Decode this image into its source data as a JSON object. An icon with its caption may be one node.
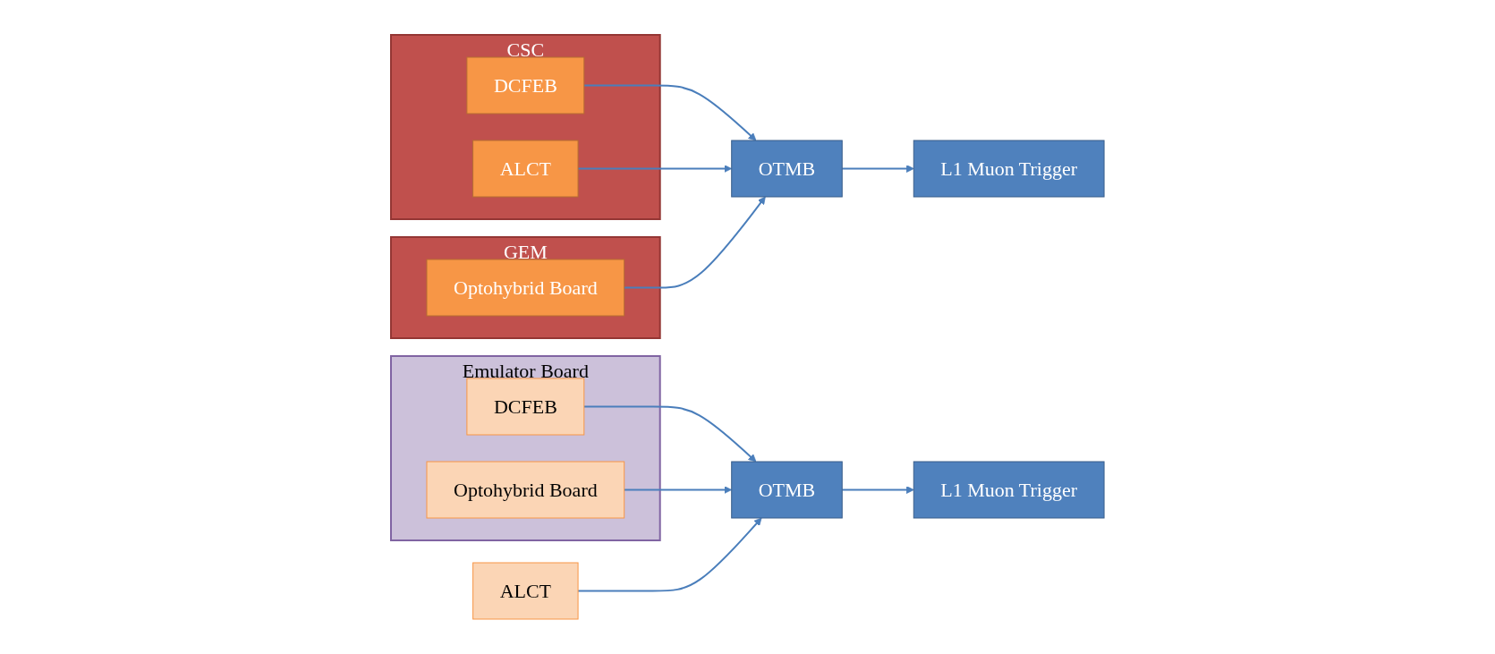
{
  "diagram": {
    "nodes": [
      {
        "text": [
          "CSC"
        ]
      },
      {
        "text": [
          "DCFEB"
        ],
        "in": 0
      },
      {
        "text": [
          "ALCT"
        ],
        "in": 0
      },
      {
        "text": [
          "GEM"
        ]
      },
      {
        "text": [
          "Optohybrid Board"
        ],
        "in": 3
      },
      {
        "text": [
          "OTMB"
        ]
      },
      {
        "text": [
          "L1 Muon Trigger"
        ]
      },
      {
        "text": [
          "Emulator Board"
        ]
      },
      {
        "text": [
          "DCFEB"
        ],
        "in": 7
      },
      {
        "text": [
          "Optohybrid Board"
        ],
        "in": 7
      },
      {
        "text": [
          "ALCT"
        ]
      },
      {
        "text": [
          "OTMB"
        ]
      },
      {
        "text": [
          "L1 Muon Trigger"
        ]
      }
    ],
    "edges": [
      {
        "from": 1,
        "to": 5,
        "arrow": "to"
      },
      {
        "from": 2,
        "to": 5,
        "arrow": "to"
      },
      {
        "from": 4,
        "to": 5,
        "arrow": "to"
      },
      {
        "from": 5,
        "to": 6,
        "arrow": "to"
      },
      {
        "from": 8,
        "to": 11,
        "arrow": "to"
      },
      {
        "from": 9,
        "to": 11,
        "arrow": "to"
      },
      {
        "from": 10,
        "to": 11,
        "arrow": "to"
      },
      {
        "from": 11,
        "to": 12,
        "arrow": "to"
      }
    ]
  }
}
